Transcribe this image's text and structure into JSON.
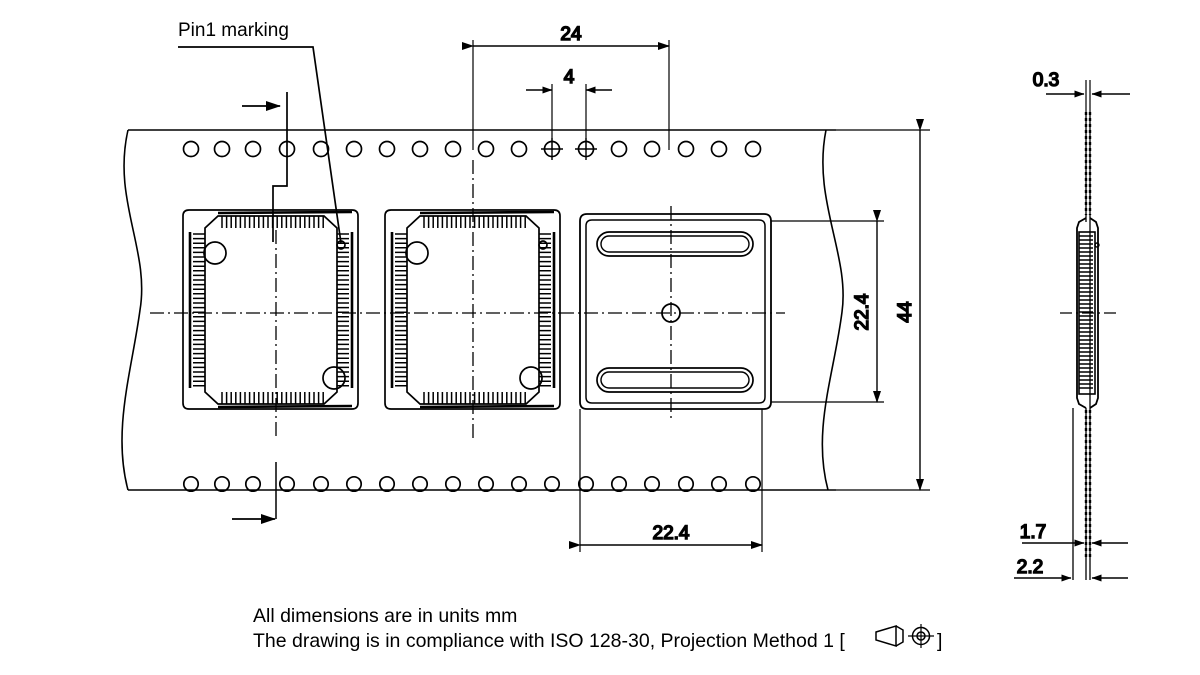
{
  "drawing": {
    "type": "engineering-drawing",
    "subject": "QFP package carrier tape / embossed tape layout",
    "units": "mm",
    "projection_method": "First angle (ISO 128-30, Projection Method 1)"
  },
  "callouts": {
    "pin1": "Pin1 marking"
  },
  "dimensions": {
    "pitch_major": "24",
    "pitch_minor": "4",
    "pocket_height": "22.4",
    "tape_width": "44",
    "pocket_width": "22.4",
    "tape_thickness": "0.3",
    "depth_inner": "1.7",
    "depth_outer": "2.2"
  },
  "notes": {
    "line1": "All dimensions are in units mm",
    "line2": "The drawing is in compliance with ISO 128-30, Projection Method 1 [",
    "line2_end": "]"
  },
  "icons": {
    "projection_symbol": "first-angle-projection-icon",
    "feed_direction": "feed-direction-arrow-icon",
    "pin1_dot": "pin1-dot-icon"
  },
  "colors": {
    "line": "#000000",
    "background": "#ffffff"
  },
  "views": {
    "top": "top-view-carrier-tape",
    "side": "side-view-cross-section"
  }
}
